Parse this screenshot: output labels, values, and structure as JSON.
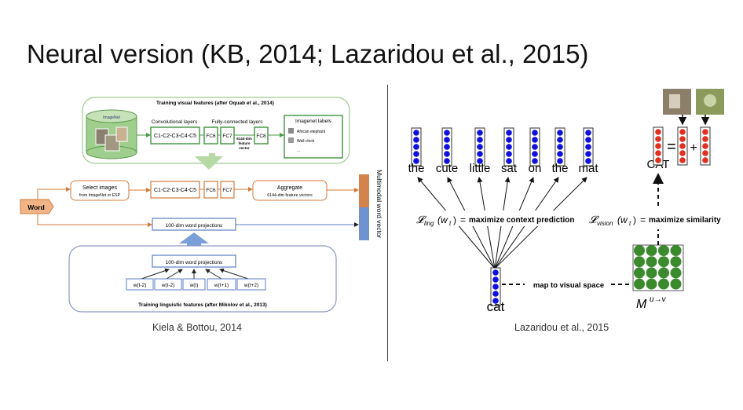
{
  "slide": {
    "title": "Neural version (KB, 2014; Lazaridou et al., 2015)",
    "caption_left": "Kiela & Bottou, 2014",
    "caption_right": "Lazaridou et al., 2015"
  },
  "left_diagram": {
    "visual_panel_title": "Training visual features (after Oquab et al., 2014)",
    "imagenet_stack_label": "ImageNet",
    "conv_header": "Convolutional layers",
    "fc_header": "Fully-connected layers",
    "conv_box": "C1-C2-C3-C4-C5",
    "fc6": "FC6",
    "fc7": "FC7",
    "fc8": "FC8",
    "feature_vector_label": [
      "6144-dim",
      "feature",
      "vector"
    ],
    "imagenet_labels_title": "Imagenet labels",
    "imagenet_label_items": [
      "African elephant",
      "Wall clock",
      "..."
    ],
    "word_tag": "Word",
    "select_images_title": "Select images",
    "select_images_sub": "from ImageNet or ESP",
    "conv_box_2": "C1-C2-C3-C4-C5",
    "fc6_2": "FC6",
    "fc7_2": "FC7",
    "aggregate_title": "Aggregate",
    "aggregate_sub": "6144-dim feature vectors",
    "word_projection_top": "100-dim word projections",
    "word_projection_inner": "100-dim word projections",
    "context_words": [
      "w(t-2)",
      "w(t-2)",
      "w(t)",
      "w(t+1)",
      "w(t+2)"
    ],
    "linguistic_panel_title": "Training linguistic features (after Mikolov et al., 2013)",
    "multimodal_label": "Multimodal word vector"
  },
  "right_diagram": {
    "context_words": [
      "the",
      "cute",
      "little",
      "sat",
      "on",
      "the",
      "mat"
    ],
    "target_word": "cat",
    "concept_label": "CAT",
    "ling_formula_lhs": "𝓛",
    "ling_subscript": "ling",
    "ling_arg": "(w",
    "ling_arg_sub": "t",
    "ling_close": ")",
    "ling_equals": "=",
    "ling_text": "maximize context prediction",
    "vision_formula_lhs": "𝓛",
    "vision_subscript": "vision",
    "vision_arg": "(w",
    "vision_arg_sub": "t",
    "vision_close": ")",
    "vision_equals": "=",
    "vision_text": "maximize similarity",
    "map_label": "map to visual space",
    "matrix_symbol": "M",
    "matrix_superscript": "u→v",
    "equals_sign": "=",
    "plus_sign": "+",
    "colors": {
      "blue": "#1010dd",
      "red": "#e03020",
      "green": "#3b8a2e"
    }
  }
}
